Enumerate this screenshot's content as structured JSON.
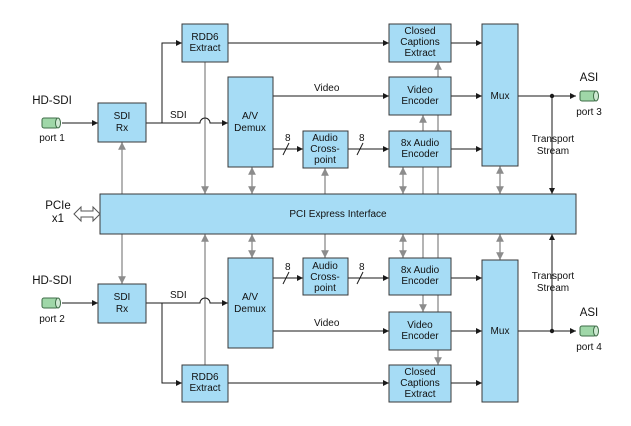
{
  "colors": {
    "block_fill": "#a6dcf5",
    "block_border": "#3a3a3a",
    "wire": "#1a1a1a",
    "bus_wire": "#8c8c8c"
  },
  "blocks": {
    "rdd6_top": [
      "RDD6",
      "Extract"
    ],
    "cc_top": [
      "Closed",
      "Captions",
      "Extract"
    ],
    "sdi_rx_top": [
      "SDI",
      "Rx"
    ],
    "demux_top": [
      "A/V",
      "Demux"
    ],
    "xpoint_top": [
      "Audio",
      "Cross-",
      "point"
    ],
    "venc_top": [
      "Video",
      "Encoder"
    ],
    "aenc_top": [
      "8x Audio",
      "Encoder"
    ],
    "mux_top": [
      "Mux"
    ],
    "pcie": [
      "PCI Express Interface"
    ],
    "sdi_rx_bot": [
      "SDI",
      "Rx"
    ],
    "demux_bot": [
      "A/V",
      "Demux"
    ],
    "xpoint_bot": [
      "Audio",
      "Cross-",
      "point"
    ],
    "aenc_bot": [
      "8x Audio",
      "Encoder"
    ],
    "venc_bot": [
      "Video",
      "Encoder"
    ],
    "mux_bot": [
      "Mux"
    ],
    "rdd6_bot": [
      "RDD6",
      "Extract"
    ],
    "cc_bot": [
      "Closed",
      "Captions",
      "Extract"
    ]
  },
  "labels": {
    "hdsdi_top": "HD-SDI",
    "port1": "port 1",
    "hdsdi_bot": "HD-SDI",
    "port2": "port 2",
    "asi_top": "ASI",
    "port3": "port 3",
    "asi_bot": "ASI",
    "port4": "port 4",
    "sdi_top": "SDI",
    "sdi_bot": "SDI",
    "video_top": "Video",
    "video_bot": "Video",
    "eight_1": "8",
    "eight_2": "8",
    "eight_3": "8",
    "eight_4": "8",
    "ts_top": [
      "Transport",
      "Stream"
    ],
    "ts_bot": [
      "Transport",
      "Stream"
    ],
    "pcie_side": [
      "PCIe",
      "x1"
    ]
  }
}
